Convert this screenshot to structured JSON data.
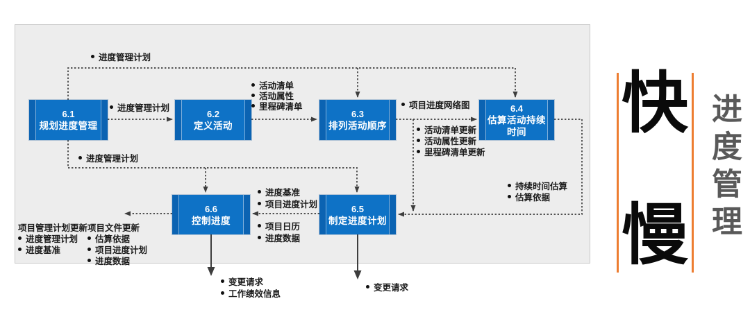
{
  "diagram_title": "进度管理",
  "colors": {
    "box_fill": "#0E72C6",
    "box_band": "#0B63B2",
    "box_divider": "#7FB0DC",
    "panel_bg": "#EDEDED",
    "panel_border": "#C9C9C9",
    "line": "#3D3D3D",
    "text": "#1A1A1A",
    "accent": "#ED7D31",
    "side_gray": "#595959",
    "big_black": "#0A0A0A"
  },
  "boxes": [
    {
      "num": "6.1",
      "title": "规划进度管理"
    },
    {
      "num": "6.2",
      "title": "定义活动"
    },
    {
      "num": "6.3",
      "title": "排列活动顺序"
    },
    {
      "num": "6.4",
      "title": "估算活动持续时间"
    },
    {
      "num": "6.5",
      "title": "制定进度计划"
    },
    {
      "num": "6.6",
      "title": "控制进度"
    }
  ],
  "labels": {
    "plan_out_top": {
      "items": [
        "进度管理计划"
      ]
    },
    "plan_to_define": {
      "items": [
        "进度管理计划"
      ]
    },
    "define_out": {
      "items": [
        "活动清单",
        "活动属性",
        "里程碑清单"
      ]
    },
    "sequence_out": {
      "items": [
        "项目进度网络图"
      ]
    },
    "sequence_updates": {
      "items": [
        "活动清单更新",
        "活动属性更新",
        "里程碑清单更新"
      ]
    },
    "duration_out": {
      "items": [
        "持续时间估算",
        "估算依据"
      ]
    },
    "plan_out_low": {
      "items": [
        "进度管理计划"
      ]
    },
    "schedule_to_control_top": {
      "items": [
        "进度基准",
        "项目进度计划"
      ]
    },
    "schedule_to_control_bottom": {
      "items": [
        "项目日历",
        "进度数据"
      ]
    },
    "pm_plan_updates": {
      "heading": "项目管理计划更新",
      "items": [
        "进度管理计划",
        "进度基准"
      ]
    },
    "doc_updates": {
      "heading": "项目文件更新",
      "items": [
        "估算依据",
        "项目进度计划",
        "进度数据"
      ]
    },
    "control_out": {
      "items": [
        "变更请求",
        "工作绩效信息"
      ]
    },
    "schedule_out": {
      "items": [
        "变更请求"
      ]
    }
  },
  "side": {
    "fast": "快",
    "slow": "慢",
    "vertical_title": "进度管理"
  }
}
